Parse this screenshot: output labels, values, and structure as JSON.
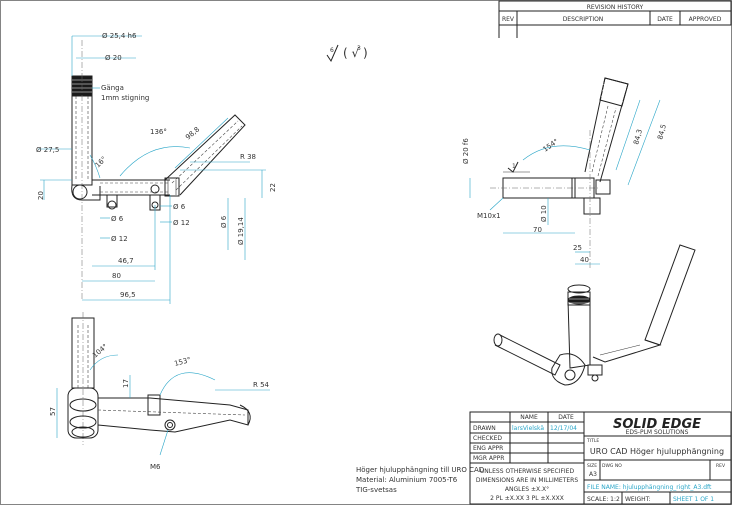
{
  "revision": {
    "heading": "REVISION HISTORY",
    "columns": [
      "REV",
      "DESCRIPTION",
      "DATE",
      "APPROVED"
    ]
  },
  "surface_finish": {
    "left": "√",
    "right": "( √ )",
    "left_value": "6",
    "right_value": "3"
  },
  "front_view": {
    "dims": {
      "d_top": "Ø 25,4 h6",
      "d_inner": "Ø 20",
      "thread_note_1": "Gänga",
      "thread_note_2": "1mm stigning",
      "d_tube": "Ø 27,5",
      "ang_16": "16°",
      "ang_136": "136°",
      "len_988": "98,8",
      "r_38": "R 38",
      "h_20": "20",
      "h_22": "22",
      "d_6a": "Ø 6",
      "d_6b": "Ø 6",
      "d_12a": "Ø 12",
      "d_12b": "Ø 12",
      "d_6c": "Ø 6",
      "d_1914": "Ø 19,14",
      "len_467": "46,7",
      "len_80": "80",
      "len_965": "96,5"
    }
  },
  "side_view": {
    "dims": {
      "d_2016": "Ø 20 f6",
      "ang_154": "154°",
      "len_843": "84,3",
      "len_845": "84,5",
      "tol_1": "1",
      "thread": "M10x1",
      "d_10": "Ø 10",
      "len_70": "70",
      "len_25": "25",
      "len_40": "40"
    }
  },
  "bottom_view": {
    "dims": {
      "ang_104": "104°",
      "ang_153": "153°",
      "r_54": "R 54",
      "h_57": "57",
      "h_17": "17",
      "m6": "M6"
    }
  },
  "notes": {
    "line1": "Höger hjulupphängning till URO CAD",
    "line2": "Material: Aluminium 7005-T6",
    "line3": "TIG-svetsas"
  },
  "titleblock": {
    "name_header": "NAME",
    "date_header": "DATE",
    "drawn": "DRAWN",
    "drawn_name": "larsVielskä",
    "drawn_date": "12/17/04",
    "checked": "CHECKED",
    "eng_appr": "ENG APPR",
    "mgr_appr": "MGR APPR",
    "brand": "SOLID EDGE",
    "brand_sub": "EDS-PLM SOLUTIONS",
    "title_label": "TITLE",
    "title": "URO CAD Höger hjulupphängning",
    "unless_1": "UNLESS OTHERWISE SPECIFIED",
    "unless_2": "DIMENSIONS ARE IN MILLIMETERS",
    "unless_3": "ANGLES ±X.X°",
    "unless_4": "2 PL ±X.XX  3 PL ±X.XXX",
    "size_label": "SIZE",
    "size": "A3",
    "dwg_label": "DWG NO",
    "rev_label": "REV",
    "file_label": "FILE NAME: hjulupphängning_right_A3.dft",
    "scale": "SCALE: 1:2",
    "weight": "WEIGHT:",
    "sheet": "SHEET 1 OF 1"
  },
  "colors": {
    "line": "#222222",
    "dimension": "#2aa6c8",
    "paper": "#ffffff"
  }
}
